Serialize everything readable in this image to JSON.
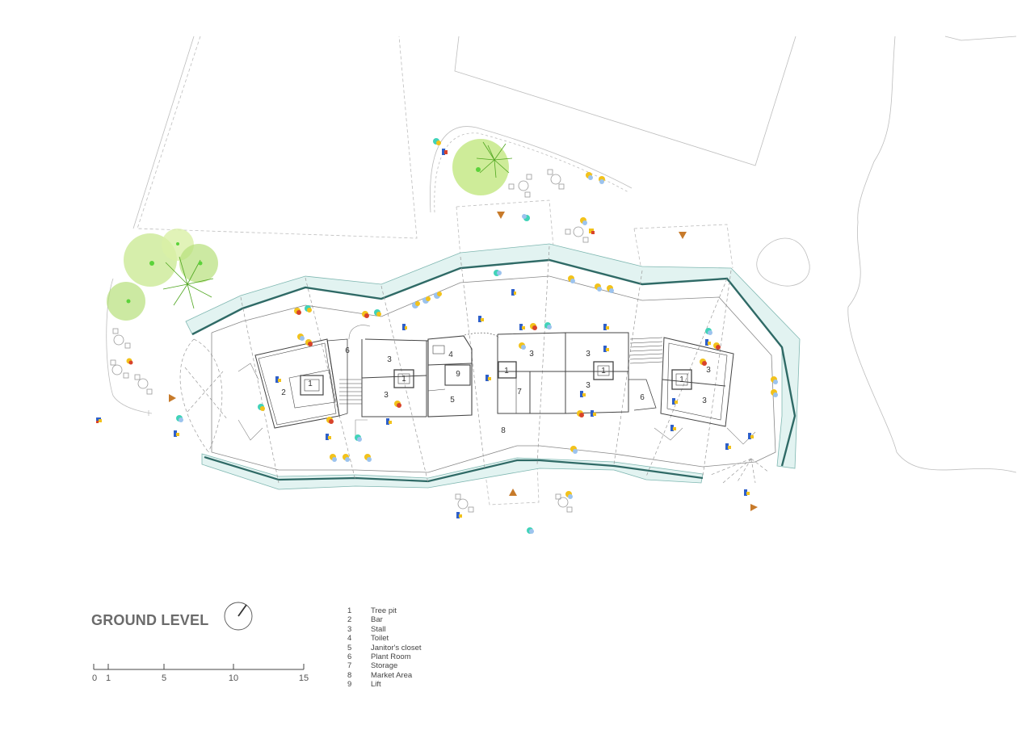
{
  "title": "GROUND LEVEL",
  "legend": [
    {
      "num": "1",
      "label": "Tree pit"
    },
    {
      "num": "2",
      "label": "Bar"
    },
    {
      "num": "3",
      "label": "Stall"
    },
    {
      "num": "4",
      "label": "Toilet"
    },
    {
      "num": "5",
      "label": "Janitor's closet"
    },
    {
      "num": "6",
      "label": "Plant Room"
    },
    {
      "num": "7",
      "label": "Storage"
    },
    {
      "num": "8",
      "label": "Market Area"
    },
    {
      "num": "9",
      "label": "Lift"
    }
  ],
  "scale_bar": [
    "0",
    "1",
    "5",
    "10",
    "15"
  ],
  "room_labels": {
    "bar_w_1": "1",
    "bar_w_2": "2",
    "plant_w": "6",
    "stall_a_top": "3",
    "stall_a_pit": "1",
    "stall_a_bot": "3",
    "toilet": "4",
    "lift": "9",
    "janitor": "5",
    "stall_b_top": "3",
    "stall_b_pit": "1",
    "storage": "7",
    "stall_c_top": "3",
    "stall_c_pit": "1",
    "stall_c_bot": "3",
    "plant_e": "6",
    "stall_d_pit": "1",
    "stall_d_top": "3",
    "stall_d_bot": "3",
    "market": "8"
  },
  "colors": {
    "wall": "#2f6a66",
    "canopy": "#e2f3f1",
    "line": "#555555",
    "tree": "#9ed24a",
    "entry_marker": "#c77a2a",
    "person_yellow": "#f2c21b",
    "person_blue": "#2f60c9",
    "person_red": "#d8432b",
    "person_teal": "#41d3b8",
    "person_lightblue": "#9cc3ee"
  },
  "icons": [
    "north-arrow-icon",
    "entry-triangle-icon",
    "tree-icon",
    "person-icon",
    "table-set-icon"
  ]
}
